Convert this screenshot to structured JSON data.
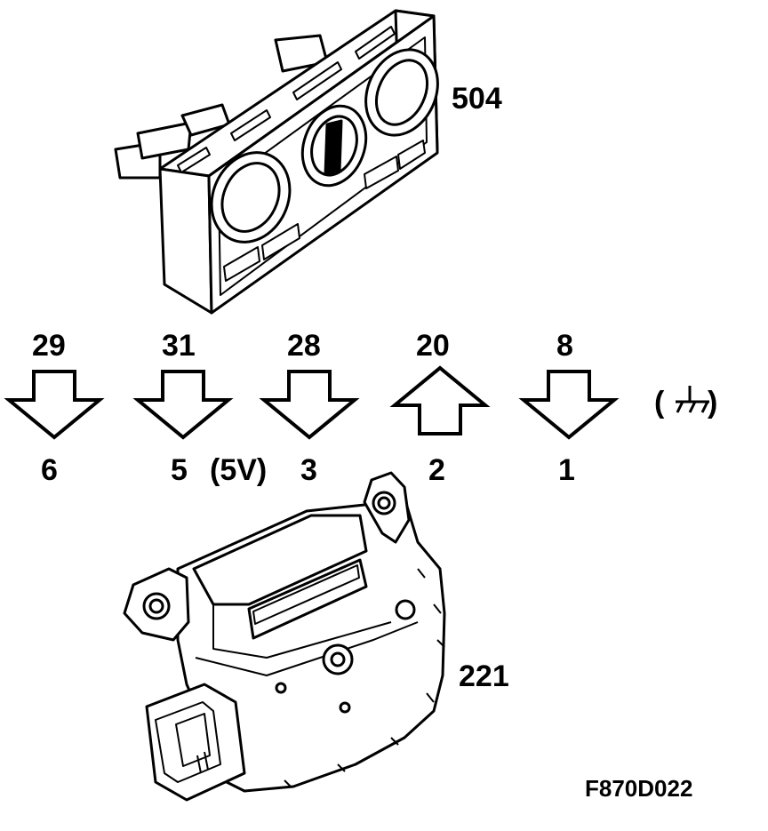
{
  "labels": {
    "control_panel": "504",
    "actuator": "221",
    "figure_code": "F870D022"
  },
  "pins": [
    {
      "top": "29",
      "bottom": "6",
      "direction": "down"
    },
    {
      "top": "31",
      "bottom": "5",
      "direction": "down"
    },
    {
      "top": "28",
      "bottom": "3",
      "direction": "down"
    },
    {
      "top": "20",
      "bottom": "2",
      "direction": "up"
    },
    {
      "top": "8",
      "bottom": "1",
      "direction": "down"
    }
  ],
  "voltage_note": "(5V)",
  "ground_label_open": "(",
  "ground_label_close": ")",
  "ground_icon": "ground-symbol",
  "colors": {
    "line": "#000000",
    "background": "#ffffff"
  }
}
